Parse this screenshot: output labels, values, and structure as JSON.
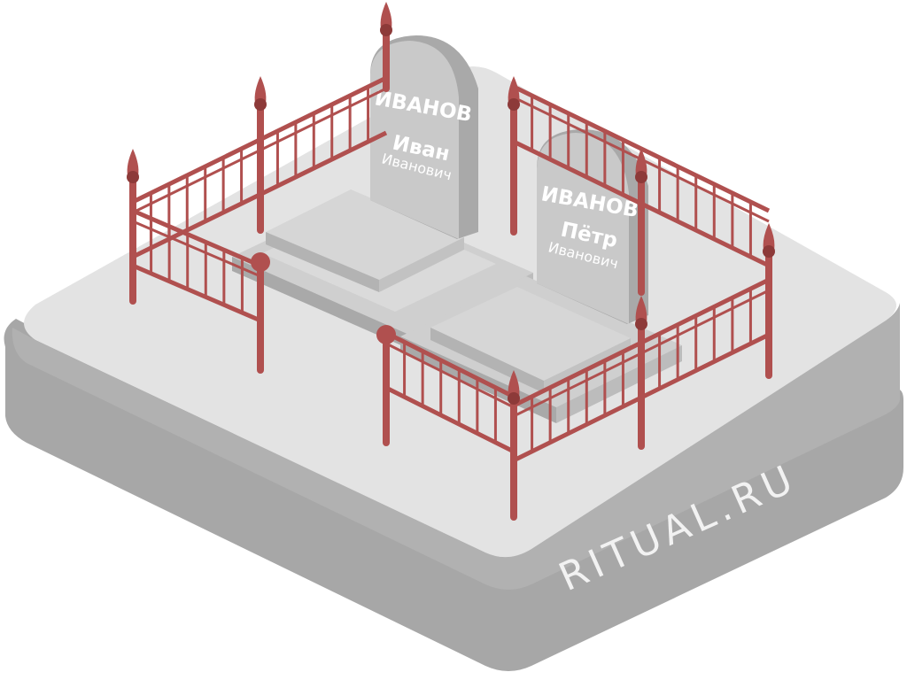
{
  "graves": [
    {
      "surname": "ИВАНОВ",
      "name": "Иван",
      "patronymic": "Иванович"
    },
    {
      "surname": "ИВАНОВ",
      "name": "Пётр",
      "patronymic": "Иванович"
    }
  ],
  "brand": {
    "text": "RITUAL.RU"
  },
  "colors": {
    "fence": "#b0504f",
    "fence_dark": "#8d3a39",
    "stone": "#c9c9c9",
    "stone_side": "#a9a9a9",
    "platform_top": "#e3e3e3",
    "platform_side": "#a7a7a7"
  }
}
